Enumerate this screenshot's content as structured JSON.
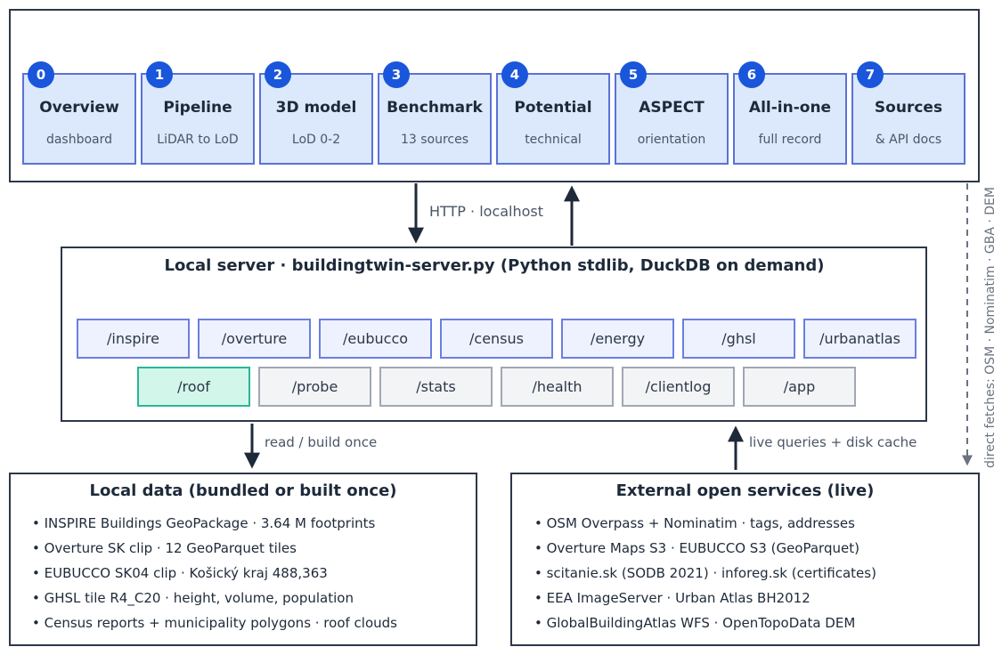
{
  "tabs": [
    {
      "num": "0",
      "title": "Overview",
      "subtitle": "dashboard"
    },
    {
      "num": "1",
      "title": "Pipeline",
      "subtitle": "LiDAR to LoD"
    },
    {
      "num": "2",
      "title": "3D model",
      "subtitle": "LoD 0-2"
    },
    {
      "num": "3",
      "title": "Benchmark",
      "subtitle": "13 sources"
    },
    {
      "num": "4",
      "title": "Potential",
      "subtitle": "technical"
    },
    {
      "num": "5",
      "title": "ASPECT",
      "subtitle": "orientation"
    },
    {
      "num": "6",
      "title": "All-in-one",
      "subtitle": "full record"
    },
    {
      "num": "7",
      "title": "Sources",
      "subtitle": "& API docs"
    }
  ],
  "links": {
    "http": "HTTP · localhost",
    "read_build": "read / build once",
    "live_queries": "live queries + disk cache",
    "direct_fetches": "direct fetches: OSM · Nominatim · GBA · DEM"
  },
  "server": {
    "title": "Local server  ·  buildingtwin-server.py (Python stdlib, DuckDB on demand)",
    "routes_row1": [
      "/inspire",
      "/overture",
      "/eubucco",
      "/census",
      "/energy",
      "/ghsl",
      "/urbanatlas"
    ],
    "routes_row2": [
      "/roof",
      "/probe",
      "/stats",
      "/health",
      "/clientlog",
      "/app"
    ]
  },
  "local_data": {
    "title": "Local data (bundled or built once)",
    "items": [
      "• INSPIRE Buildings GeoPackage · 3.64 M footprints",
      "• Overture SK clip · 12 GeoParquet tiles",
      "• EUBUCCO SK04 clip · Košický kraj 488,363",
      "• GHSL tile R4_C20 · height, volume, population",
      "• Census reports + municipality polygons · roof clouds"
    ]
  },
  "external": {
    "title": "External open services (live)",
    "items": [
      "• OSM Overpass + Nominatim · tags, addresses",
      "• Overture Maps S3 · EUBUCCO S3 (GeoParquet)",
      "• scitanie.sk (SODB 2021) · inforeg.sk (certificates)",
      "• EEA ImageServer · Urban Atlas BH2012",
      "• GlobalBuildingAtlas WFS · OpenTopoData DEM"
    ]
  },
  "colors": {
    "badge": "#1a56db",
    "tab_fill": "#dce8fc",
    "tab_border": "#5a72d6",
    "roof_fill": "#d3f6ea",
    "roof_border": "#2bb596",
    "frame": "#2d3748"
  }
}
